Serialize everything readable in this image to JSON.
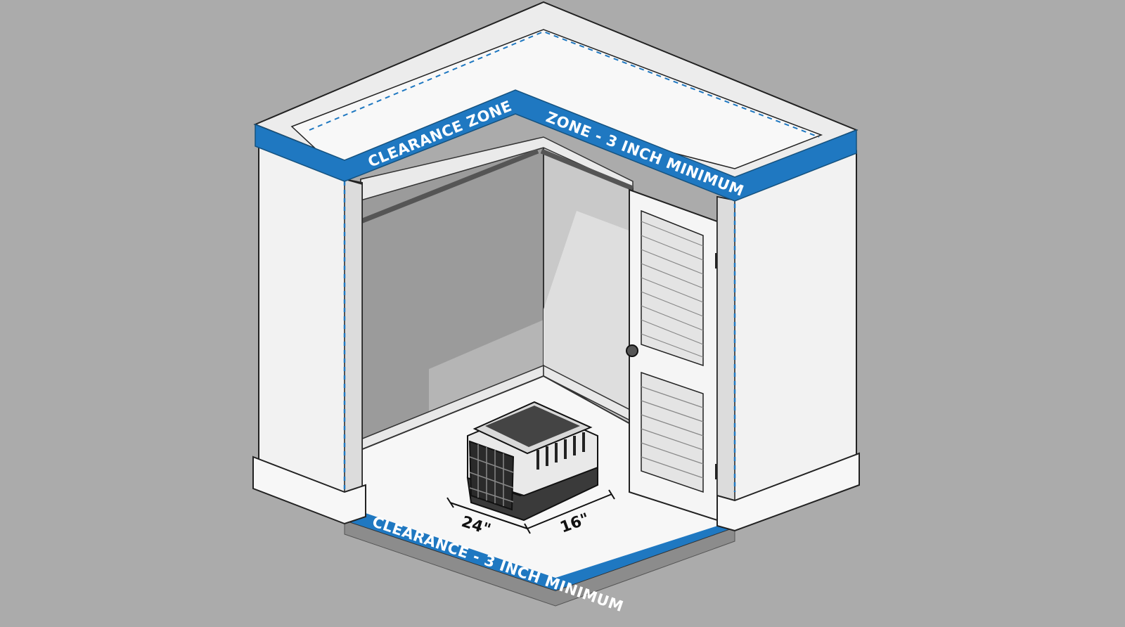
{
  "labels": {
    "top_left_band": "CLEARANCE ZONE",
    "top_right_band": "ZONE - 3 INCH MINIMUM",
    "floor_band": "CLEARANCE - 3 INCH MINIMUM"
  },
  "dimensions": {
    "crate_length": "24\"",
    "crate_width": "16\""
  },
  "colors": {
    "background": "#ababab",
    "clearance_band": "#1f78c1",
    "wall": "#f2f2f2",
    "crate_base": "#3a3a3a"
  }
}
